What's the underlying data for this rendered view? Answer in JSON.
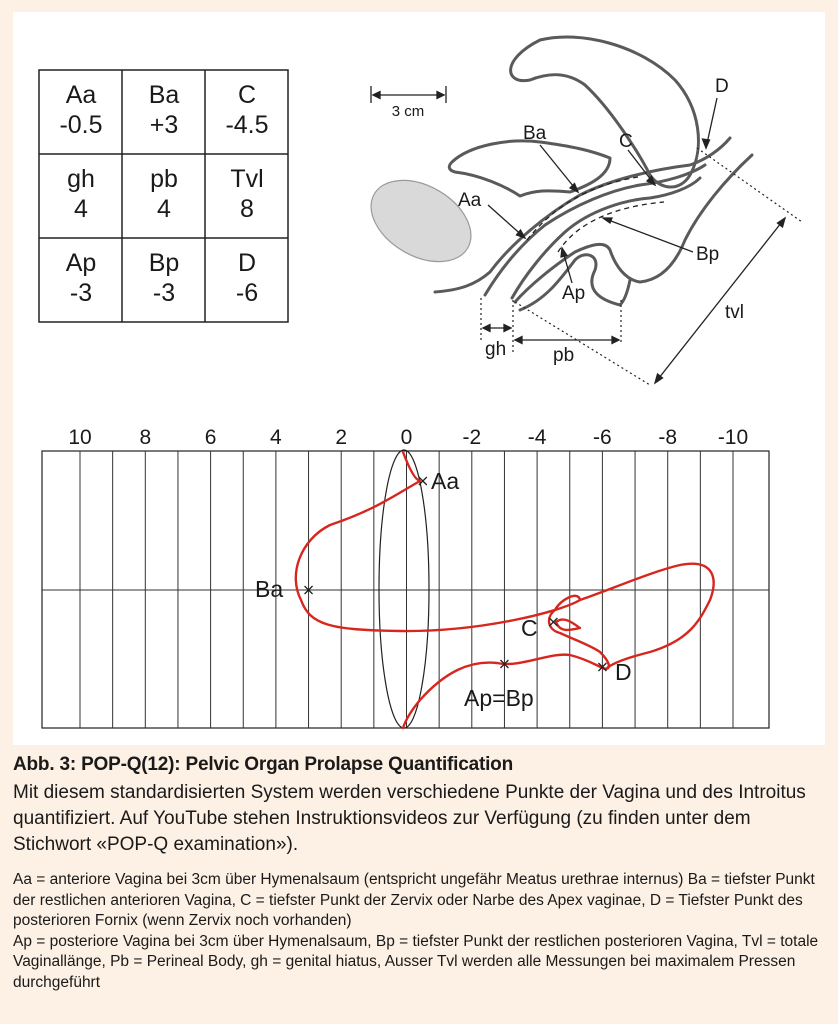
{
  "grid_table": [
    {
      "label": "Aa",
      "value": "-0.5"
    },
    {
      "label": "Ba",
      "value": "+3"
    },
    {
      "label": "C",
      "value": "-4.5"
    },
    {
      "label": "gh",
      "value": "4"
    },
    {
      "label": "pb",
      "value": "4"
    },
    {
      "label": "Tvl",
      "value": "8"
    },
    {
      "label": "Ap",
      "value": "-3"
    },
    {
      "label": "Bp",
      "value": "-3"
    },
    {
      "label": "D",
      "value": "-6"
    }
  ],
  "anatomy": {
    "scale_label": "3 cm",
    "labels": {
      "D": "D",
      "C": "C",
      "Ba": "Ba",
      "Aa": "Aa",
      "Bp": "Bp",
      "Ap": "Ap",
      "tvl": "tvl",
      "gh": "gh",
      "pb": "pb"
    }
  },
  "chart_data": {
    "type": "diagram",
    "axis_ticks": [
      "10",
      "8",
      "6",
      "4",
      "2",
      "0",
      "-2",
      "-4",
      "-6",
      "-8",
      "-10"
    ],
    "points": [
      {
        "name": "Aa",
        "x": -0.5
      },
      {
        "name": "Ba",
        "x": 3
      },
      {
        "name": "C",
        "x": -4.5
      },
      {
        "name": "D",
        "x": -6
      },
      {
        "name": "Ap=Bp",
        "x": -3
      }
    ],
    "labels": {
      "Aa": "Aa",
      "Ba": "Ba",
      "C": "C",
      "D": "D",
      "ApBp": "Ap=Bp"
    },
    "colors": {
      "curve": "#d7261e",
      "lines": "#222222"
    }
  },
  "caption": {
    "title": "Abb. 3: POP-Q(12): Pelvic Organ Prolapse Quantification",
    "body": "Mit diesem standardisierten System werden verschiedene Punkte der Vagina und des Introitus quantifiziert. Auf YouTube stehen Instruktionsvideos zur Verfügung (zu finden unter dem Stichwort «POP-Q examination»).",
    "legend_1": "Aa = anteriore Vagina bei 3cm über Hymenalsaum (entspricht ungefähr Meatus urethrae internus) Ba = tiefster Punkt der restlichen anterioren Vagina, C = tiefster Punkt der Zervix oder Narbe des Apex vaginae, D = Tiefster Punkt des posterioren Fornix (wenn Zervix noch vorhanden)",
    "legend_2": "Ap = posteriore Vagina bei 3cm über Hymenalsaum, Bp = tiefster Punkt der restlichen posterioren Vagina, Tvl = totale Vaginallänge, Pb = Perineal Body, gh = genital hiatus, Ausser Tvl werden alle Messungen bei maximalem Pressen durchgeführt"
  }
}
